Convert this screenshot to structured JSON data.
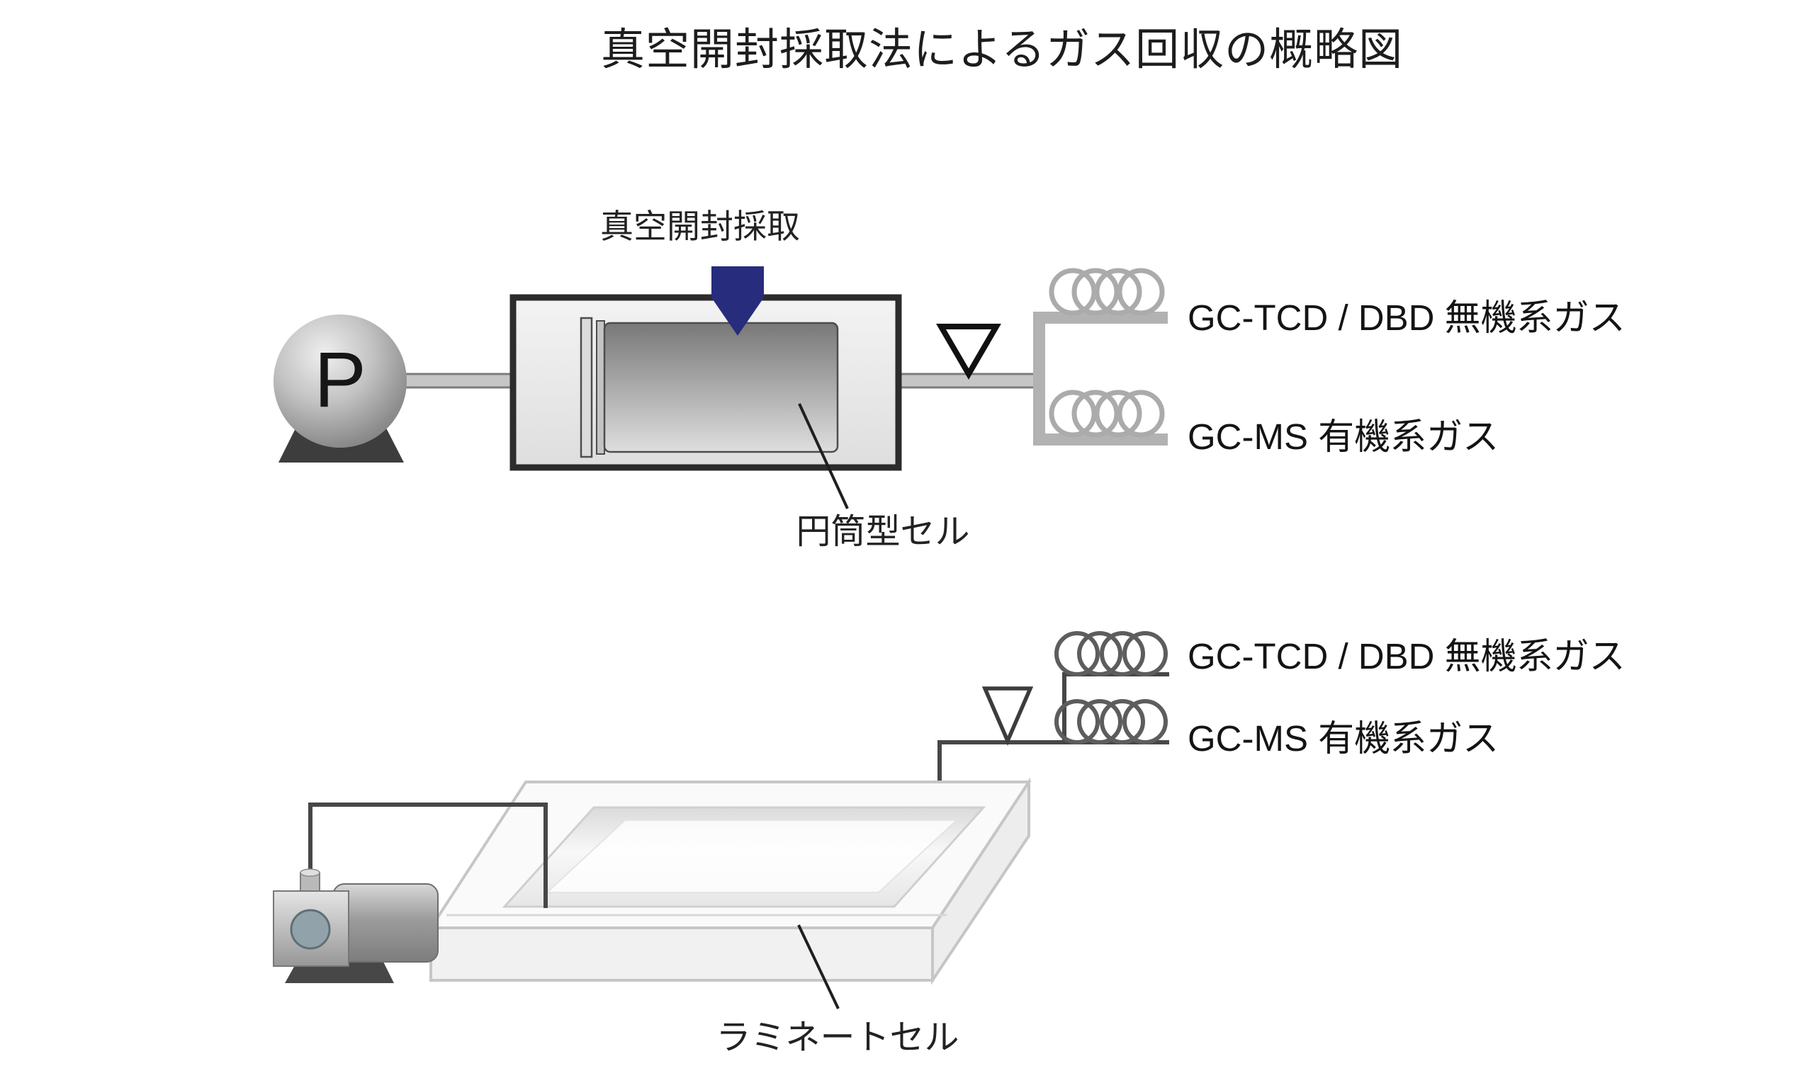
{
  "title": "真空開封採取法によるガス回収の概略図",
  "top_diagram": {
    "sampling_label": "真空開封採取",
    "pump_letter": "P",
    "cell_label": "円筒型セル",
    "outputs": [
      {
        "label": "GC-TCD / DBD 無機系ガス"
      },
      {
        "label": "GC-MS 有機系ガス"
      }
    ]
  },
  "bottom_diagram": {
    "cell_label": "ラミネートセル",
    "outputs": [
      {
        "label": "GC-TCD / DBD 無機系ガス"
      },
      {
        "label": "GC-MS 有機系ガス"
      }
    ]
  },
  "icons": {
    "pump_icon": "vacuum-pump",
    "valve_icon": "valve-triangle",
    "coil_icon": "cold-trap-coil",
    "marker_icon": "vacuum-break-marker"
  },
  "colors": {
    "marker_navy": "#272c7c",
    "chamber_border": "#2c2c2c",
    "pipe_gray": "#c6c6c6",
    "coil_light": "#ababab",
    "coil_dark": "#5d5d5d",
    "background": "#ffffff"
  }
}
